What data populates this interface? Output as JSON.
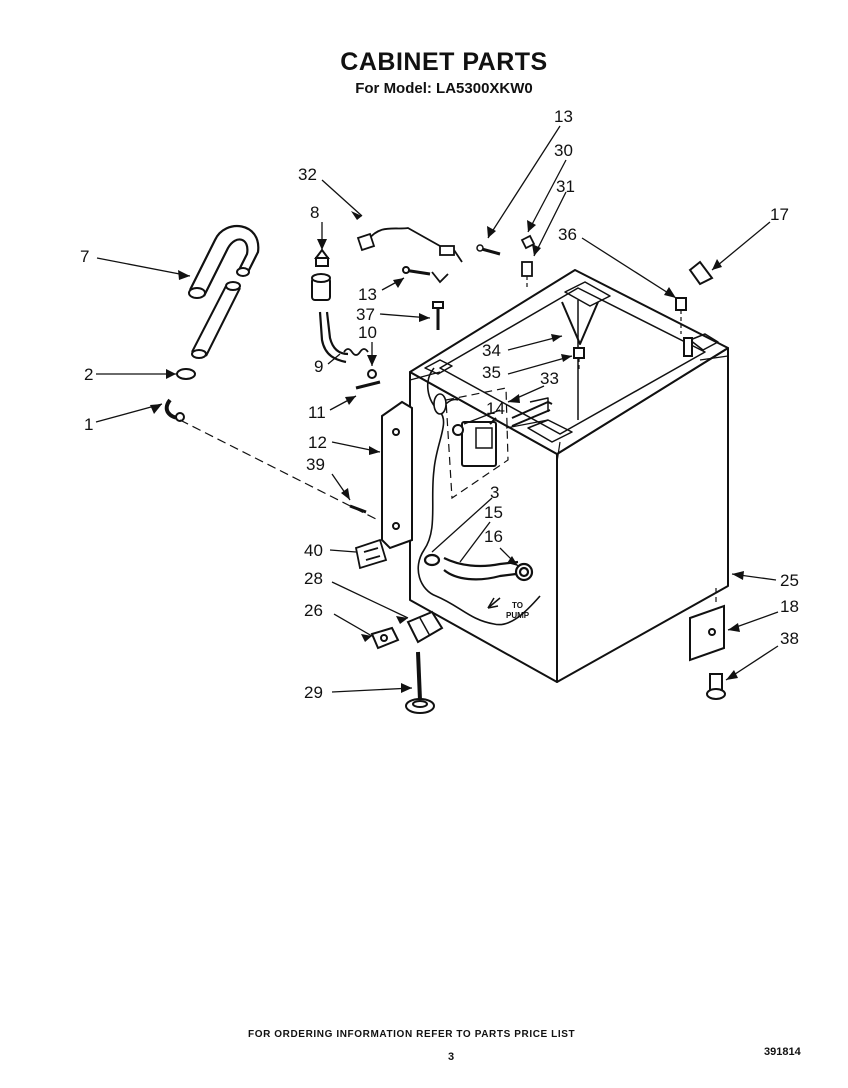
{
  "header": {
    "title": "CABINET PARTS",
    "subtitle": "For Model: LA5300XKW0"
  },
  "callouts": {
    "c1": "1",
    "c2": "2",
    "c3": "3",
    "c7": "7",
    "c8": "8",
    "c9": "9",
    "c10": "10",
    "c11": "11",
    "c12": "12",
    "c13a": "13",
    "c13b": "13",
    "c14": "14",
    "c15": "15",
    "c16": "16",
    "c17": "17",
    "c18": "18",
    "c25": "25",
    "c26": "26",
    "c28": "28",
    "c29": "29",
    "c30": "30",
    "c31": "31",
    "c32": "32",
    "c33": "33",
    "c34": "34",
    "c35": "35",
    "c36": "36",
    "c37": "37",
    "c38": "38",
    "c39": "39",
    "c40": "40"
  },
  "annotations": {
    "to_pump_1": "TO",
    "to_pump_2": "PUMP"
  },
  "footer": {
    "ordering_note": "FOR ORDERING INFORMATION REFER TO PARTS PRICE LIST",
    "page_number": "3",
    "document_number": "391814"
  }
}
